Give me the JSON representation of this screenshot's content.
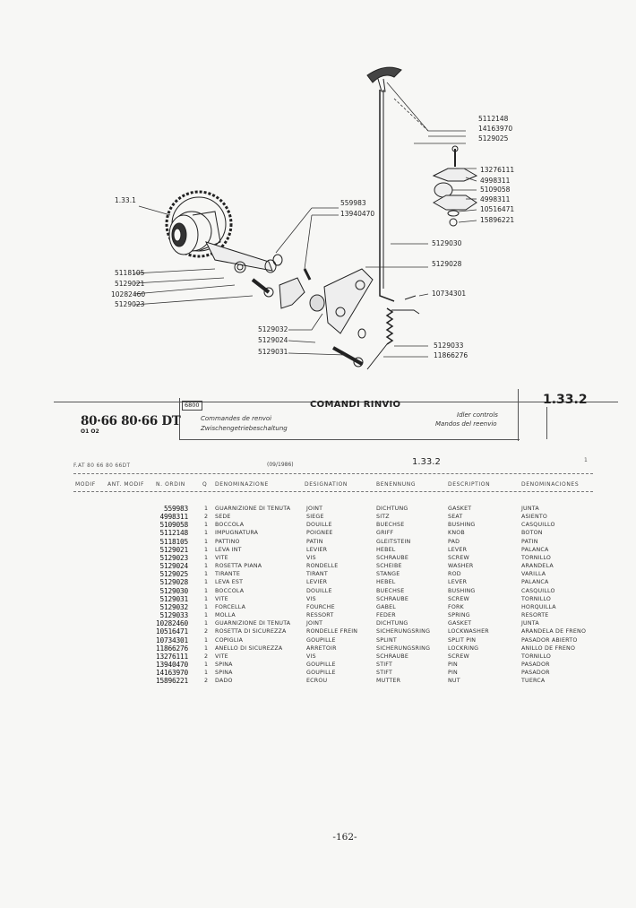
{
  "diagram": {
    "left_labels": [
      "1.33.1",
      "5118105",
      "5129021",
      "10282460",
      "5129023"
    ],
    "right_top_labels": [
      "5112148",
      "14163970",
      "5129025"
    ],
    "right_mid_labels": [
      "13276111",
      "4998311",
      "5109058",
      "4998311",
      "10516471",
      "15896221"
    ],
    "center_labels": [
      "559983",
      "13940470"
    ],
    "right_lower_labels": [
      "5129030",
      "5129028",
      "10734301"
    ],
    "bottom_left_labels": [
      "5129032",
      "5129024",
      "5129031"
    ],
    "bottom_right_labels": [
      "5129033",
      "11866276"
    ]
  },
  "header": {
    "code_box": "6800",
    "title": "COMANDI RINVIO",
    "page_ref": "1.33.2",
    "models": "80·66 80·66 DT",
    "models_sub": "O1 O2",
    "fr_desc": "Commandes de renvoi",
    "de_desc": "Zwischengetriebeschaltung",
    "en_desc": "Idler controls",
    "es_desc": "Mandos del reenvio"
  },
  "sub_header": {
    "left": "F.AT 80 66 80 66DT",
    "date": "(09/1986)",
    "ref": "1.33.2",
    "page": "1"
  },
  "columns": [
    "MODIF",
    "ANT. MODIF",
    "N. ORDIN",
    "Q",
    "DENOMINAZIONE",
    "DESIGNATION",
    "BENENNUNG",
    "DESCRIPTION",
    "DENOMINACIONES"
  ],
  "parts": {
    "numbers": "559983\n4998311\n5109058\n5112148\n5118105\n5129021\n5129023\n5129024\n5129025\n5129028\n5129030\n5129031\n5129032\n5129033\n10282460\n10516471\n10734301\n11866276\n13276111\n13940470\n14163970\n15896221",
    "qty": "1\n2\n1\n1\n1\n1\n1\n1\n1\n1\n1\n1\n1\n1\n1\n2\n1\n1\n2\n1\n1\n2",
    "it": "GUARNIZIONE DI TENUTA\nSEDE\nBOCCOLA\nIMPUGNATURA\nPATTINO\nLEVA INT\nVITE\nROSETTA PIANA\nTIRANTE\nLEVA EST\nBOCCOLA\nVITE\nFORCELLA\nMOLLA\nGUARNIZIONE DI TENUTA\nROSETTA DI SICUREZZA\nCOPIGLIA\nANELLO DI SICUREZZA\nVITE\nSPINA\nSPINA\nDADO",
    "fr": "JOINT\nSIEGE\nDOUILLE\nPOIGNEE\nPATIN\nLEVIER\nVIS\nRONDELLE\nTIRANT\nLEVIER\nDOUILLE\nVIS\nFOURCHE\nRESSORT\nJOINT\nRONDELLE FREIN\nGOUPILLE\nARRETOIR\nVIS\nGOUPILLE\nGOUPILLE\nECROU",
    "de": "DICHTUNG\nSITZ\nBUECHSE\nGRIFF\nGLEITSTEIN\nHEBEL\nSCHRAUBE\nSCHEIBE\nSTANGE\nHEBEL\nBUECHSE\nSCHRAUBE\nGABEL\nFEDER\nDICHTUNG\nSICHERUNGSRING\nSPLINT\nSICHERUNGSRING\nSCHRAUBE\nSTIFT\nSTIFT\nMUTTER",
    "en": "GASKET\nSEAT\nBUSHING\nKNOB\nPAD\nLEVER\nSCREW\nWASHER\nROD\nLEVER\nBUSHING\nSCREW\nFORK\nSPRING\nGASKET\nLOCKWASHER\nSPLIT PIN\nLOCKRING\nSCREW\nPIN\nPIN\nNUT",
    "es": "JUNTA\nASIENTO\nCASQUILLO\nBOTON\nPATIN\nPALANCA\nTORNILLO\nARANDELA\nVARILLA\nPALANCA\nCASQUILLO\nTORNILLO\nHORQUILLA\nRESORTE\nJUNTA\nARANDELA DE FRENO\nPASADOR ABIERTO\nANILLO DE FRENO\nTORNILLO\nPASADOR\nPASADOR\nTUERCA"
  },
  "footer": "-162-"
}
